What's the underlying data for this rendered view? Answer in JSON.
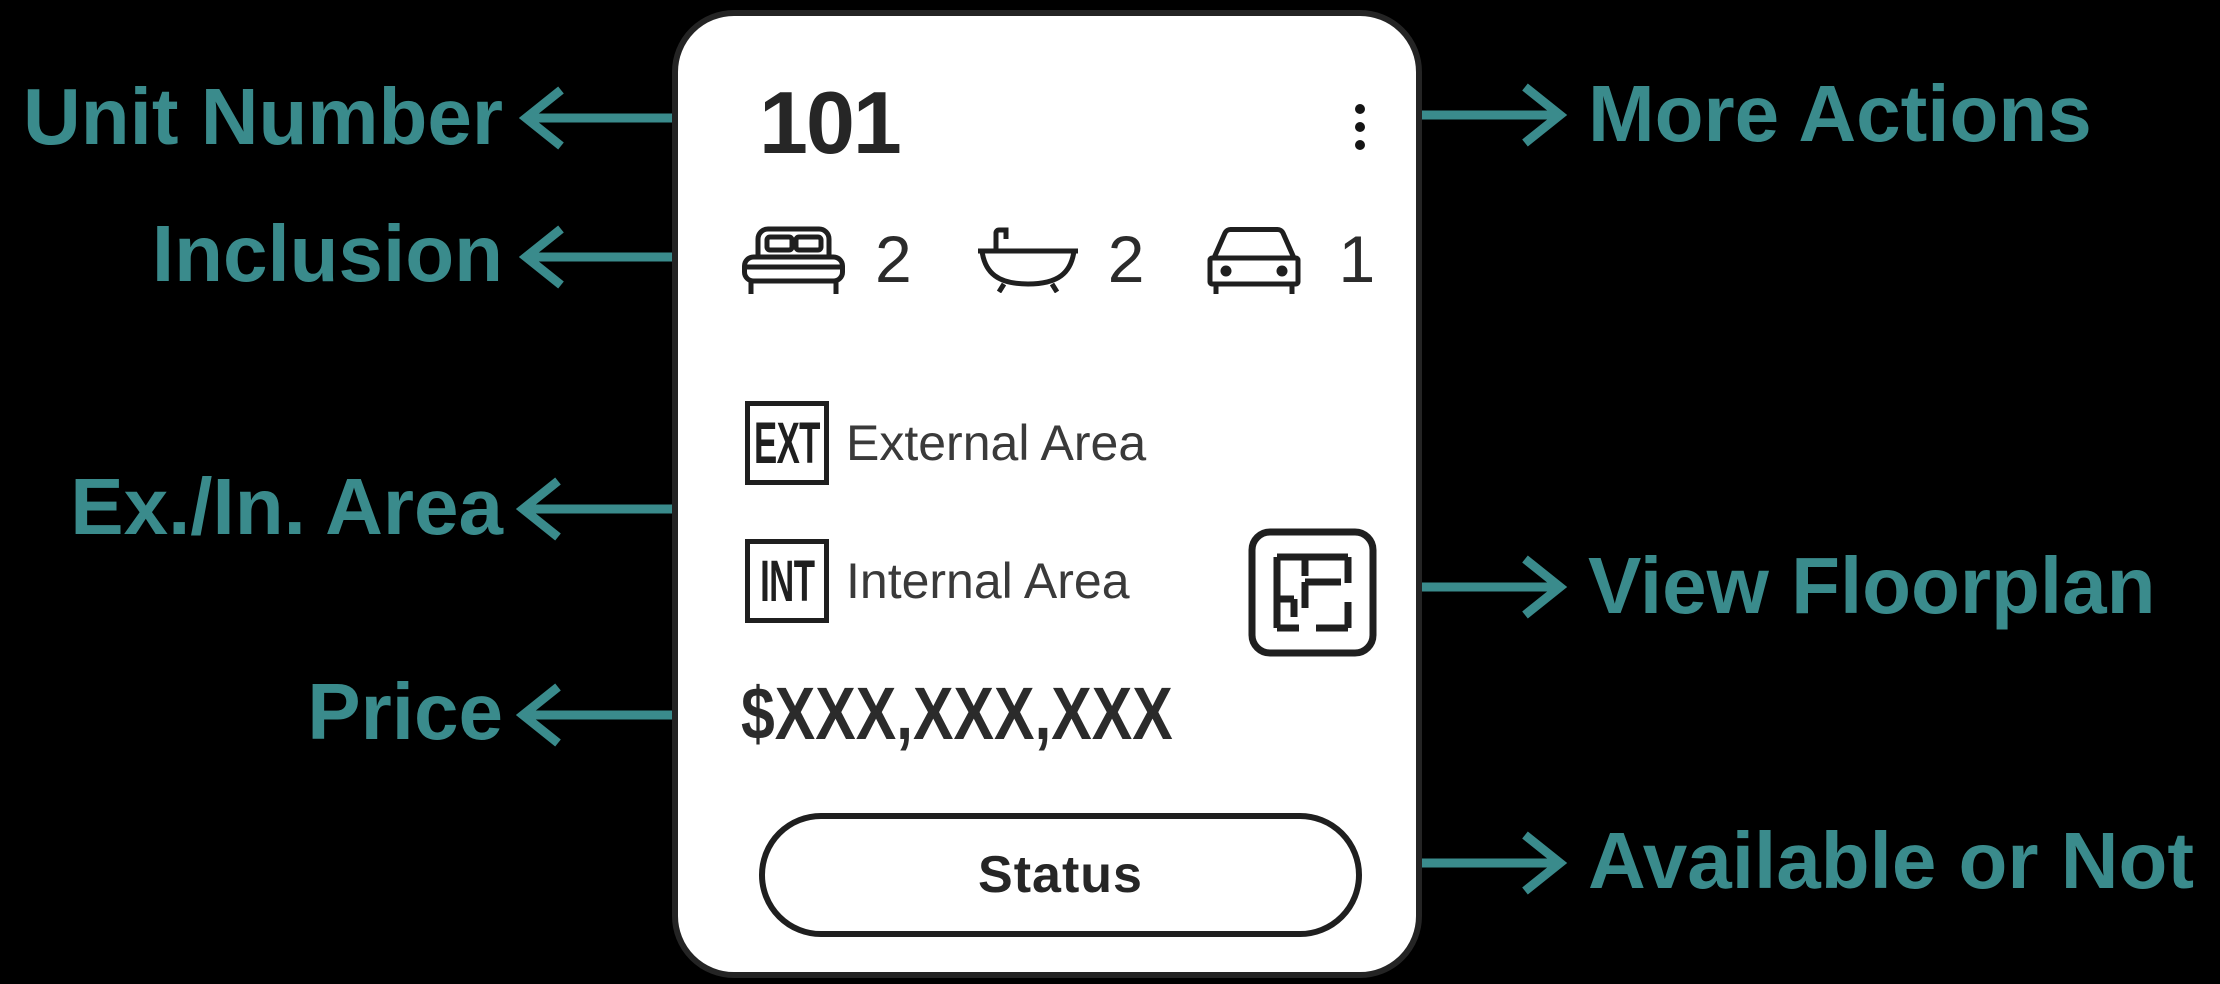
{
  "colors": {
    "background": "#000000",
    "annotation_accent": "#3a8b8c",
    "card_background": "#ffffff",
    "ink": "#262626"
  },
  "card": {
    "unit_number": "101",
    "more_actions_icon": "kebab-menu",
    "inclusions": [
      {
        "icon": "bed-icon",
        "count": "2"
      },
      {
        "icon": "bath-icon",
        "count": "2"
      },
      {
        "icon": "car-icon",
        "count": "1"
      }
    ],
    "areas": [
      {
        "badge": "EXT",
        "label": "External Area"
      },
      {
        "badge": "INT",
        "label": "Internal Area"
      }
    ],
    "floorplan_icon": "floorplan",
    "price": "$XXX,XXX,XXX",
    "status": "Status"
  },
  "annotations": {
    "unit_number": "Unit Number",
    "inclusion": "Inclusion",
    "area": "Ex./In. Area",
    "price": "Price",
    "more_actions": "More Actions",
    "view_floorplan": "View Floorplan",
    "availability": "Available or Not"
  }
}
